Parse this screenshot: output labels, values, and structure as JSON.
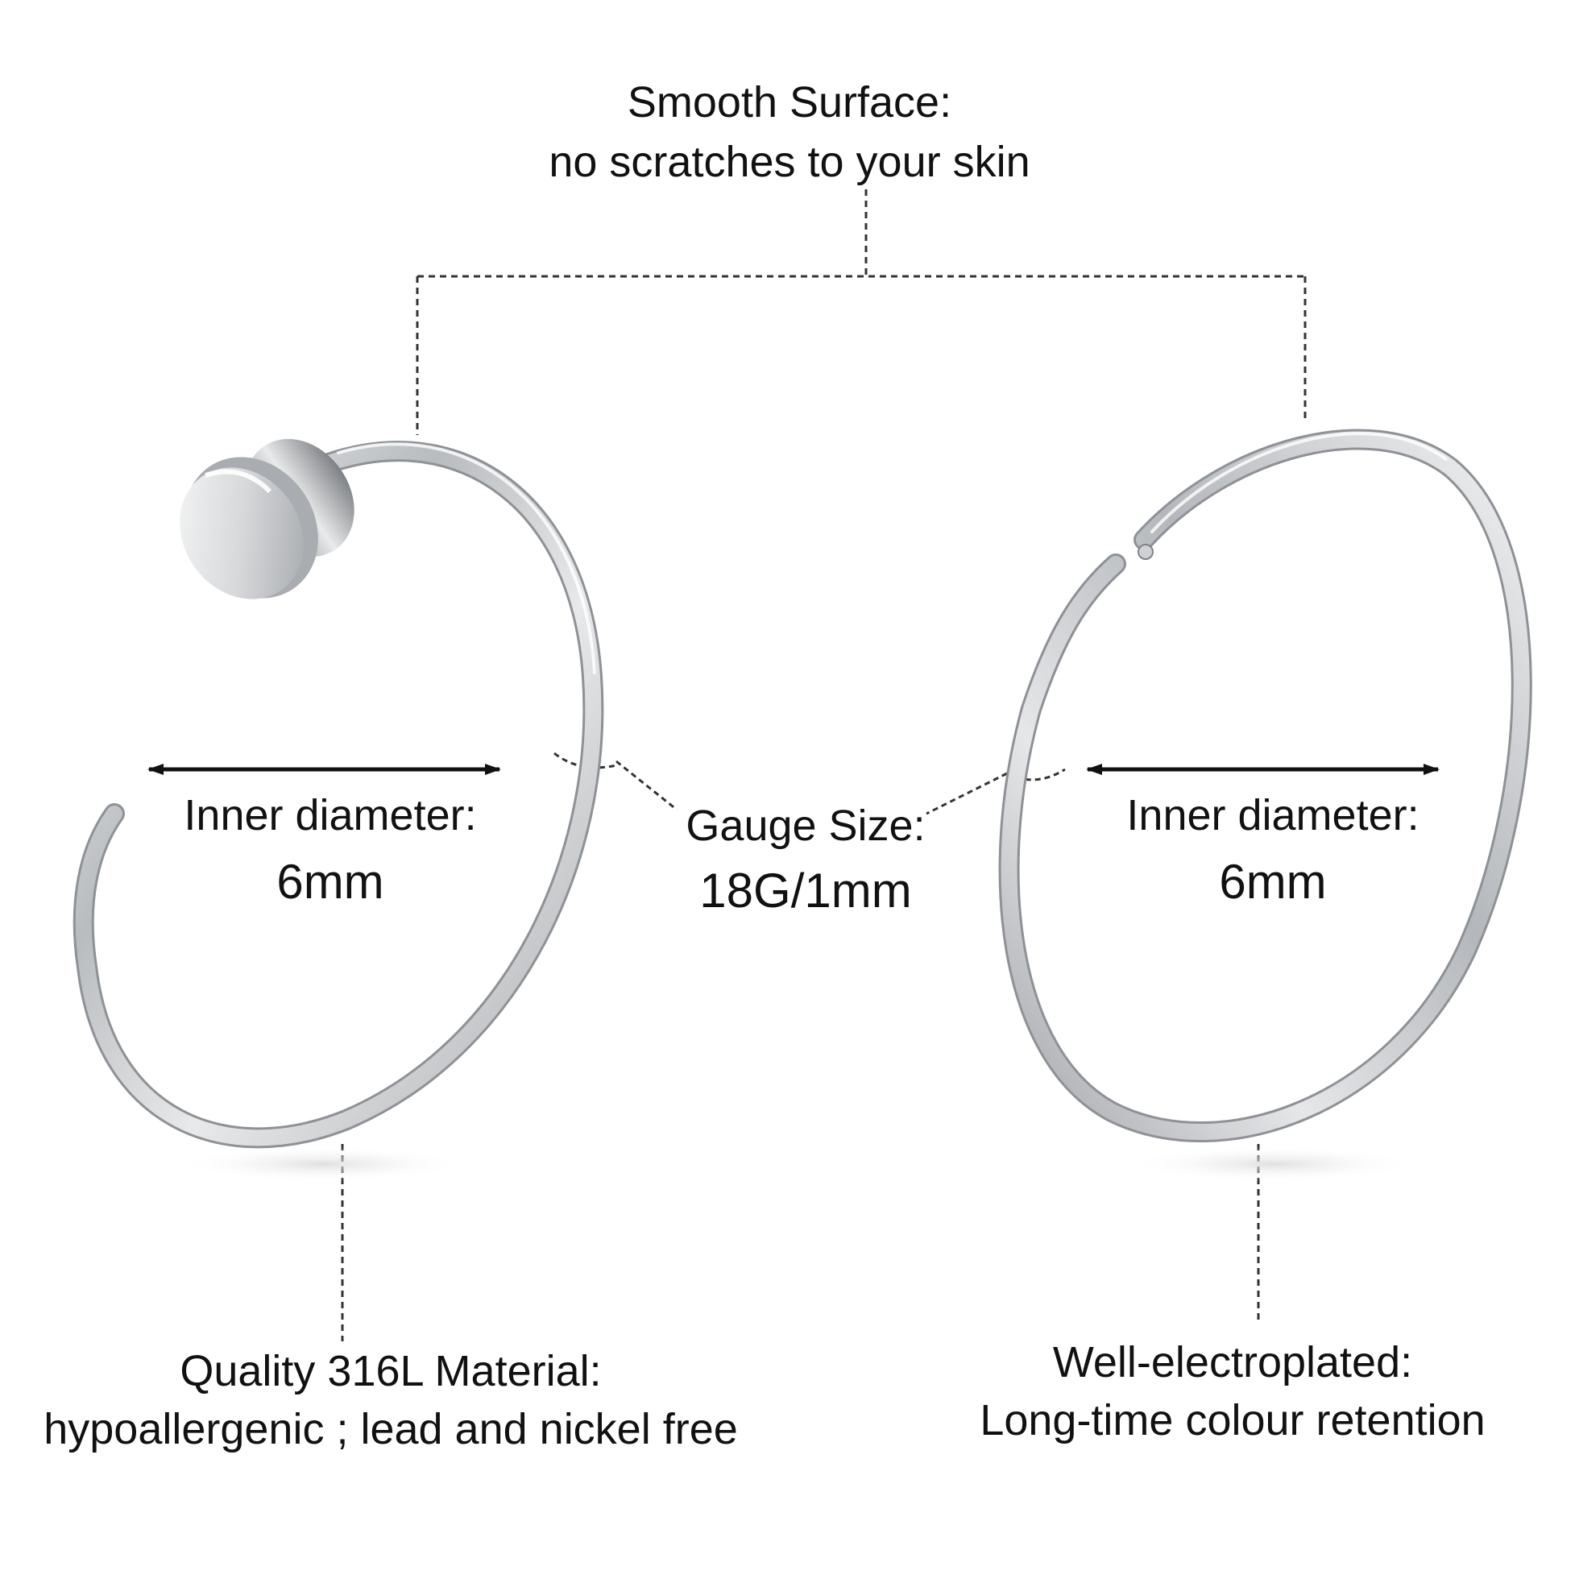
{
  "smooth_surface": {
    "title": "Smooth Surface:",
    "subtitle": "no scratches to your skin"
  },
  "inner_diameter_left": {
    "title": "Inner diameter:",
    "value": "6mm"
  },
  "inner_diameter_right": {
    "title": "Inner diameter:",
    "value": "6mm"
  },
  "gauge": {
    "title": "Gauge Size:",
    "value": "18G/1mm"
  },
  "material": {
    "title": "Quality 316L Material:",
    "subtitle": "hypoallergenic ; lead and nickel free"
  },
  "plating": {
    "title": "Well-electroplated:",
    "subtitle": "Long-time colour retention"
  },
  "colors": {
    "metal": "#c8cacc",
    "text": "#111111",
    "leader_line": "#333333",
    "background": "#ffffff"
  },
  "icons": {
    "left_ring": "open-nose-hoop-with-flat-disc-end",
    "right_ring": "seamless-continuous-hoop-ring"
  }
}
